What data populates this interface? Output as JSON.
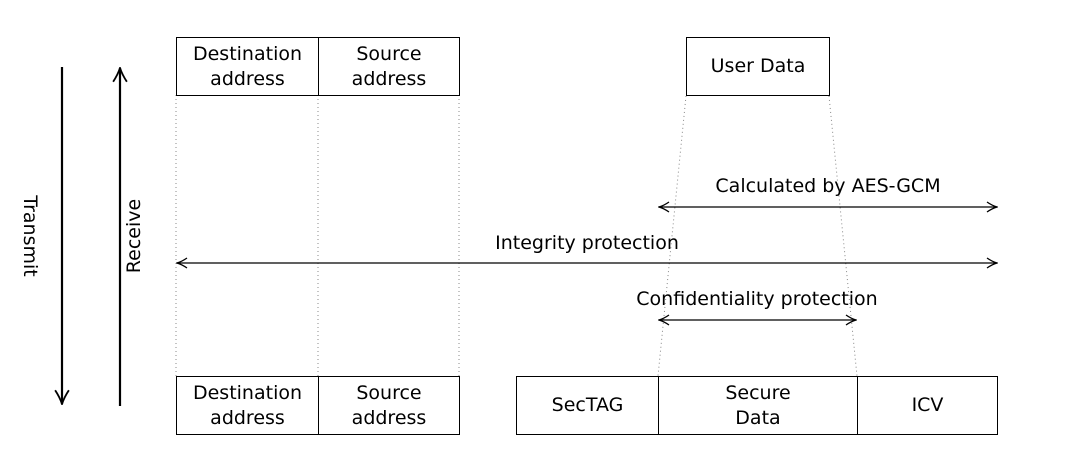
{
  "frames": {
    "top": {
      "destination": "Destination\naddress",
      "source": "Source\naddress",
      "user_data": "User Data"
    },
    "bottom": {
      "destination": "Destination\naddress",
      "source": "Source\naddress",
      "sectag": "SecTAG",
      "secure_data": "Secure\nData",
      "icv": "ICV"
    }
  },
  "directions": {
    "transmit": "Transmit",
    "receive": "Receive"
  },
  "spans": {
    "aes_gcm": "Calculated by AES-GCM",
    "integrity": "Integrity protection",
    "confidentiality": "Confidentiality protection"
  }
}
